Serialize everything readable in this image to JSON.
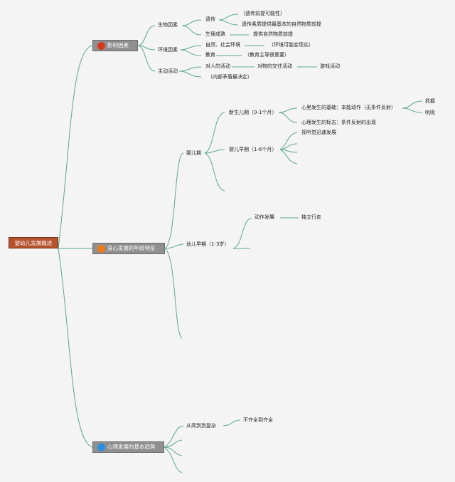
{
  "root": "婴幼儿发展概述",
  "main": {
    "influence": "影响因素",
    "age_features": "身心发展的年龄特征",
    "trends": "心理发展的基本趋势"
  },
  "colors": {
    "edge": "#5da88a",
    "root_bg": "#b5532d",
    "node_bg": "#8f8f8f",
    "dot_red": "#d43a1e",
    "dot_orange": "#ef7b1a",
    "dot_blue": "#2b8fe0"
  },
  "influence": {
    "bio": "生物因素",
    "heredity": "遗传",
    "heredity_a": "（遗传前提可能性）",
    "heredity_b": "遗传素质提供最基本的自然物质前提",
    "maturity": "生理成熟",
    "maturity_note": "提供自然物质前提",
    "env": "环境因素",
    "nature_society": "自然、社会环境",
    "nature_note": "（环境可能变现实）",
    "education": "教育",
    "education_note": "（教育主导很重要）",
    "active": "主动活动",
    "person_activity": "对人的活动",
    "object_activity": "对物的交往活动",
    "game": "游戏活动",
    "inner_note": "（内部矛盾最决定）"
  },
  "age": {
    "infancy": "婴儿期",
    "newborn": "新生儿期（0-1个月）",
    "basis": "心里发生的基础：本能动作（无条件反射）",
    "grasp": "抓握",
    "suck": "吮吸",
    "sign": "心理发生的标志：条件反射的出现",
    "early_infancy": "婴儿早期（1-6个月）",
    "visual": "视听觉迅速发展",
    "toddler": "幼儿早期（1-3岁）",
    "motor": "动作发展",
    "walk": "独立行走"
  },
  "trend": {
    "simple_complex": "从简到到复杂",
    "incomplete_complete": "不齐全到齐全"
  }
}
